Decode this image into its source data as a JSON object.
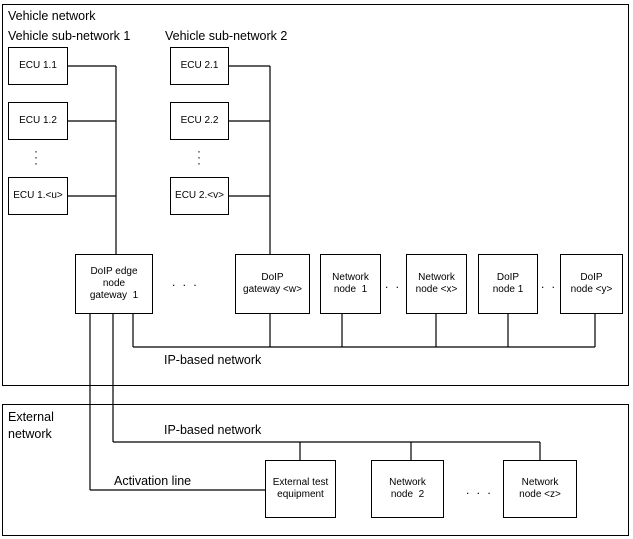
{
  "vehicle_network": {
    "title": "Vehicle network",
    "subnet1": {
      "title": "Vehicle sub-network 1",
      "ecus": [
        "ECU 1.1",
        "ECU 1.2",
        "ECU 1.<u>"
      ]
    },
    "subnet2": {
      "title": "Vehicle sub-network 2",
      "ecus": [
        "ECU 2.1",
        "ECU 2.2",
        "ECU 2.<v>"
      ]
    },
    "nodes": {
      "edge_gateway": [
        "DoIP edge",
        "node",
        "gateway  1"
      ],
      "gateway_w": [
        "DoIP",
        "gateway <w>"
      ],
      "network_node_1": [
        "Network",
        "node  1"
      ],
      "network_node_x": [
        "Network",
        "node <x>"
      ],
      "doip_node_1": [
        "DoIP",
        "node 1"
      ],
      "doip_node_y": [
        "DoIP",
        "node <y>"
      ]
    },
    "ip_network_label": "IP-based network"
  },
  "external_network": {
    "title_line1": "External",
    "title_line2": "network",
    "ip_network_label": "IP-based network",
    "activation_label": "Activation line",
    "nodes": {
      "test_equipment": [
        "External test",
        "equipment"
      ],
      "network_node_2": [
        "Network",
        "node  2"
      ],
      "network_node_z": [
        "Network",
        "node <z>"
      ]
    }
  },
  "ellipsis": ". . ."
}
